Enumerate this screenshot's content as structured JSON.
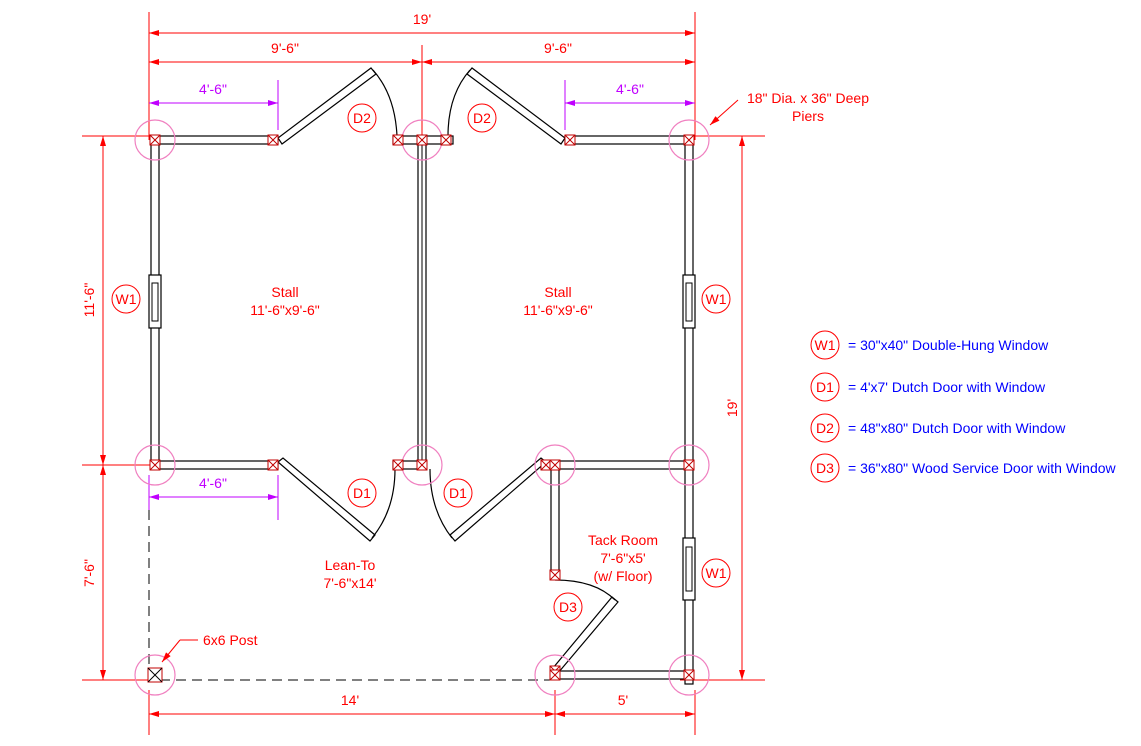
{
  "dimensions": {
    "overall_width": "19'",
    "left_half": "9'-6\"",
    "right_half": "9'-6\"",
    "top_left_offset": "4'-6\"",
    "top_right_offset": "4'-6\"",
    "lower_left_offset": "4'-6\"",
    "stall_depth": "11'-6\"",
    "leanto_depth": "7'-6\"",
    "overall_depth": "19'",
    "leanto_width": "14'",
    "tack_width": "5'"
  },
  "notes": {
    "piers": "18\" Dia. x 36\" Deep",
    "piers2": "Piers",
    "post": "6x6 Post"
  },
  "rooms": {
    "stall_left": {
      "name": "Stall",
      "size": "11'-6\"x9'-6\""
    },
    "stall_right": {
      "name": "Stall",
      "size": "11'-6\"x9'-6\""
    },
    "leanto": {
      "name": "Lean-To",
      "size": "7'-6\"x14'"
    },
    "tack": {
      "name": "Tack Room",
      "size": "7'-6\"x5'",
      "note": "(w/ Floor)"
    }
  },
  "tags": {
    "w1": "W1",
    "d1": "D1",
    "d2": "D2",
    "d3": "D3"
  },
  "legend": [
    {
      "tag": "W1",
      "text": "= 30\"x40\" Double-Hung Window"
    },
    {
      "tag": "D1",
      "text": "= 4'x7' Dutch Door with Window"
    },
    {
      "tag": "D2",
      "text": "= 48\"x80\" Dutch Door with Window"
    },
    {
      "tag": "D3",
      "text": "= 36\"x80\" Wood Service Door with Window"
    }
  ],
  "colors": {
    "dimension": "#ff0000",
    "offset_dimension": "#c000ff",
    "legend_text": "#0000ff",
    "pier": "#f080c0"
  }
}
